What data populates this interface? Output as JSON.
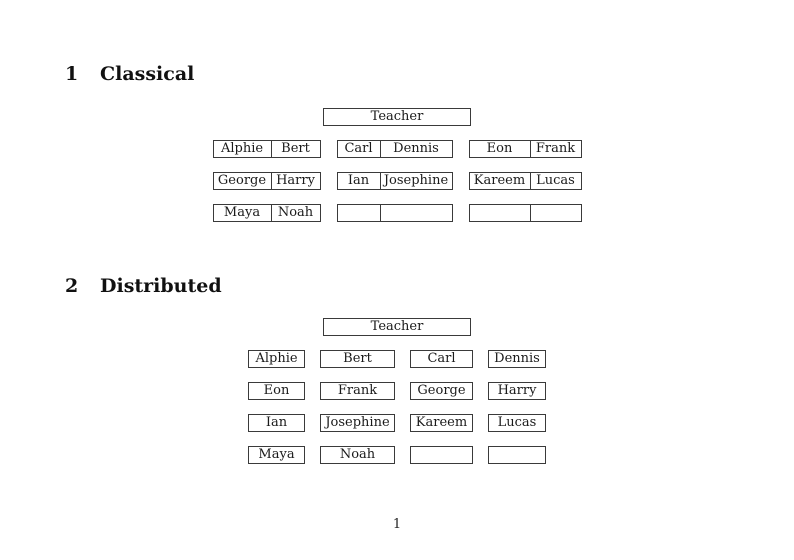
{
  "sections": [
    {
      "number": "1",
      "title": "Classical"
    },
    {
      "number": "2",
      "title": "Distributed"
    }
  ],
  "classical": {
    "teacher_label": "Teacher",
    "rows": [
      [
        [
          "Alphie",
          "Bert"
        ],
        [
          "Carl",
          "Dennis"
        ],
        [
          "Eon",
          "Frank"
        ]
      ],
      [
        [
          "George",
          "Harry"
        ],
        [
          "Ian",
          "Josephine"
        ],
        [
          "Kareem",
          "Lucas"
        ]
      ],
      [
        [
          "Maya",
          "Noah"
        ],
        [
          "",
          ""
        ],
        [
          "",
          ""
        ]
      ]
    ]
  },
  "distributed": {
    "teacher_label": "Teacher",
    "rows": [
      [
        "Alphie",
        "Bert",
        "Carl",
        "Dennis"
      ],
      [
        "Eon",
        "Frank",
        "George",
        "Harry"
      ],
      [
        "Ian",
        "Josephine",
        "Kareem",
        "Lucas"
      ],
      [
        "Maya",
        "Noah",
        "",
        ""
      ]
    ]
  },
  "page_number": "1"
}
